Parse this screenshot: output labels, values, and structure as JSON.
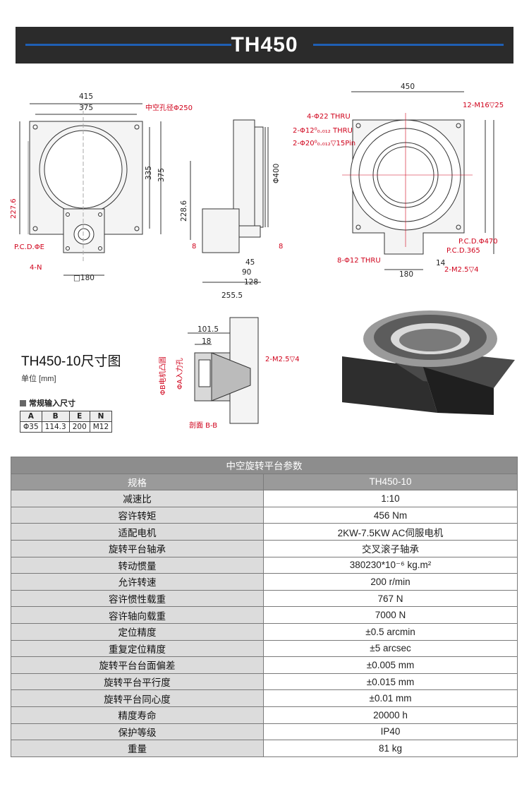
{
  "banner": {
    "title": "TH450"
  },
  "caption": {
    "title": "TH450-10尺寸图",
    "unit": "单位 [mm]",
    "inputs_label": "常规输入尺寸",
    "inputs_table": {
      "headers": [
        "A",
        "B",
        "E",
        "N"
      ],
      "values": [
        "Φ35",
        "114.3",
        "200",
        "M12"
      ]
    }
  },
  "dims": {
    "front": {
      "w415": "415",
      "w375": "375",
      "bore": "中空孔径Φ250",
      "h335": "335",
      "h375": "375",
      "h227": "227.6",
      "pcd": "P.C.D.ΦE",
      "n4": "4-N",
      "sq180": "□180"
    },
    "side": {
      "d400": "Φ400",
      "h228": "228.6",
      "b8": "8",
      "w45": "45",
      "w90": "90",
      "w128": "128",
      "w255": "255.5"
    },
    "top": {
      "w450": "450",
      "m16": "12-M16▽25",
      "thru22": "4-Φ22 THRU",
      "thru12": "2-Φ12⁰₀.₀₁₂ THRU",
      "pin20": "2-Φ20⁰₀.₀₁₂▽15Pin",
      "pcd470": "P.C.D.Φ470",
      "pcd365": "P.C.D.365",
      "thru8": "8-Φ12 THRU",
      "w14": "14",
      "w180": "180",
      "m25": "2-M2.5▽4"
    },
    "section": {
      "w101": "101.5",
      "w18": "18",
      "motor": "ΦB电机凸圆",
      "shaft": "ΦA入力孔",
      "m25": "2-M2.5▽4",
      "label": "剖面 B-B"
    }
  },
  "params": {
    "title": "中空旋转平台参数",
    "header": {
      "key": "规格",
      "value": "TH450-10"
    },
    "rows": [
      {
        "key": "减速比",
        "value": "1:10"
      },
      {
        "key": "容许转矩",
        "value": "456 Nm"
      },
      {
        "key": "适配电机",
        "value": "2KW-7.5KW AC伺服电机"
      },
      {
        "key": "旋转平台轴承",
        "value": "交叉滚子轴承"
      },
      {
        "key": "转动惯量",
        "value": "380230*10⁻⁶ kg.m²"
      },
      {
        "key": "允许转速",
        "value": "200 r/min"
      },
      {
        "key": "容许惯性载重",
        "value": "767 N"
      },
      {
        "key": "容许轴向载重",
        "value": "7000 N"
      },
      {
        "key": "定位精度",
        "value": "±0.5 arcmin"
      },
      {
        "key": "重复定位精度",
        "value": "±5 arcsec"
      },
      {
        "key": "旋转平台台面偏差",
        "value": "±0.005 mm"
      },
      {
        "key": "旋转平台平行度",
        "value": "±0.015 mm"
      },
      {
        "key": "旋转平台同心度",
        "value": "±0.01 mm"
      },
      {
        "key": "精度寿命",
        "value": "20000 h"
      },
      {
        "key": "保护等级",
        "value": "IP40"
      },
      {
        "key": "重量",
        "value": "81 kg"
      }
    ]
  }
}
